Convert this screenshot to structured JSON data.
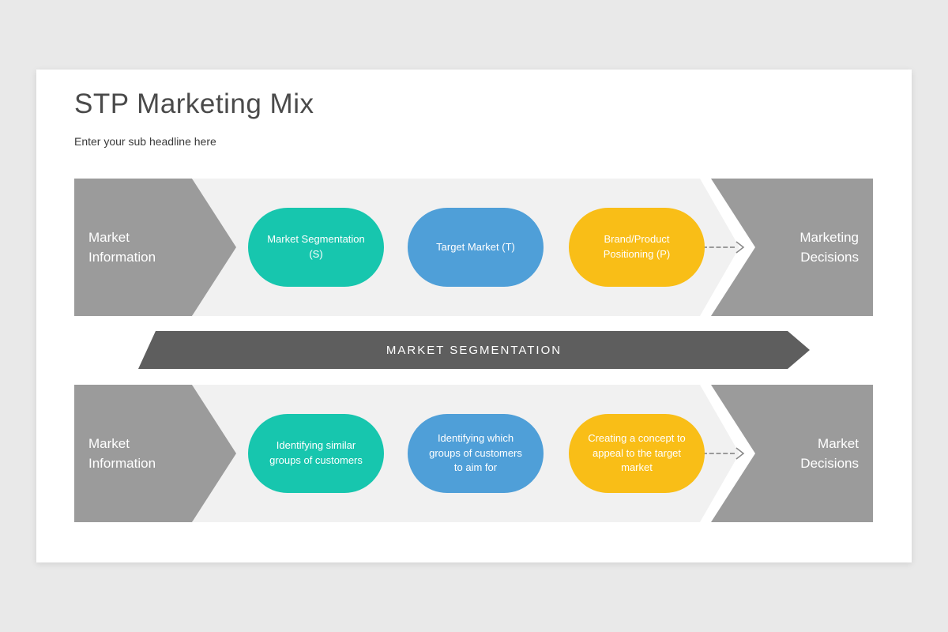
{
  "slide": {
    "title": "STP Marketing Mix",
    "subtitle": "Enter your sub headline here"
  },
  "banner": {
    "label": "MARKET SEGMENTATION"
  },
  "rows": [
    {
      "left_label": "Market Information",
      "right_label": "Marketing Decisions",
      "pills": [
        {
          "label": "Market Segmentation (S)",
          "color": "#17C6AE"
        },
        {
          "label": "Target Market (T)",
          "color": "#4F9FD8"
        },
        {
          "label": "Brand/Product Positioning (P)",
          "color": "#F9BE17"
        }
      ]
    },
    {
      "left_label": "Market Information",
      "right_label": "Market Decisions",
      "pills": [
        {
          "label": "Identifying similar groups of customers",
          "color": "#17C6AE"
        },
        {
          "label": "Identifying which groups of customers to aim for",
          "color": "#4F9FD8"
        },
        {
          "label": "Creating a concept to appeal to the target market",
          "color": "#F9BE17"
        }
      ]
    }
  ],
  "colors": {
    "teal": "#17C6AE",
    "blue": "#4F9FD8",
    "yellow": "#F9BE17",
    "shape_gray": "#9B9B9B",
    "banner_gray": "#5E5E5E",
    "track_gray": "#F1F1F1",
    "page_background": "#E9E9E9",
    "card_background": "#FFFFFF",
    "title_text": "#4A4A4A"
  }
}
